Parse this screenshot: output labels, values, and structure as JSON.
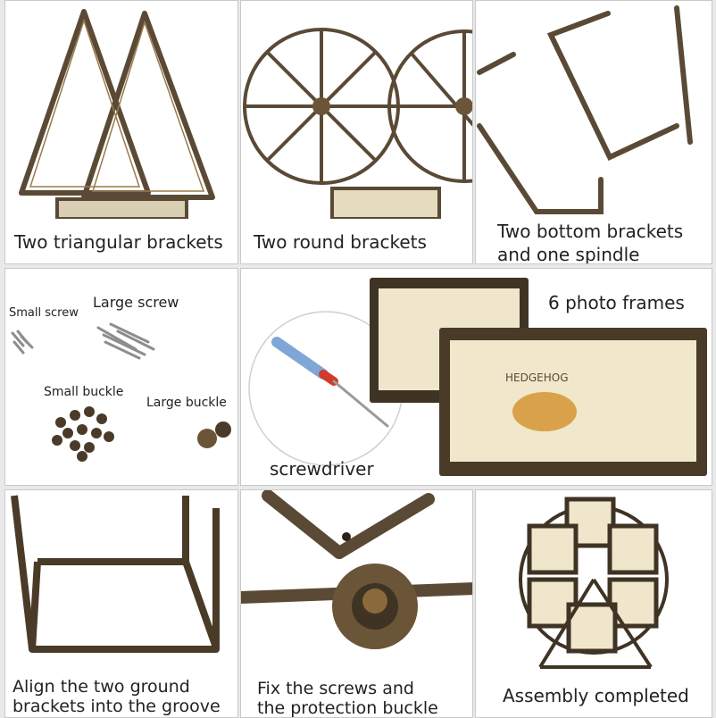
{
  "colors": {
    "metal": "#5a4a35",
    "bronze": "#8a6a3c",
    "photo_bg": "#efe6cc",
    "accent_red": "#d23a2a"
  },
  "captions": {
    "p1": "Two triangular brackets",
    "p2": "Two round brackets",
    "p3_line1": "Two bottom brackets",
    "p3_line2": "and one spindle",
    "p4_small_screw": "Small screw",
    "p4_large_screw": "Large screw",
    "p4_small_buckle": "Small buckle",
    "p4_large_buckle": "Large buckle",
    "p5_frames": "6 photo frames",
    "p5_screwdriver": "screwdriver",
    "p7_line1": "Align the two ground",
    "p7_line2": "brackets into the groove",
    "p8_line1": "Fix the screws and",
    "p8_line2": "the protection buckle",
    "p9": "Assembly completed"
  },
  "photo_labels": {
    "hedgehog": "HEDGEHOG"
  }
}
